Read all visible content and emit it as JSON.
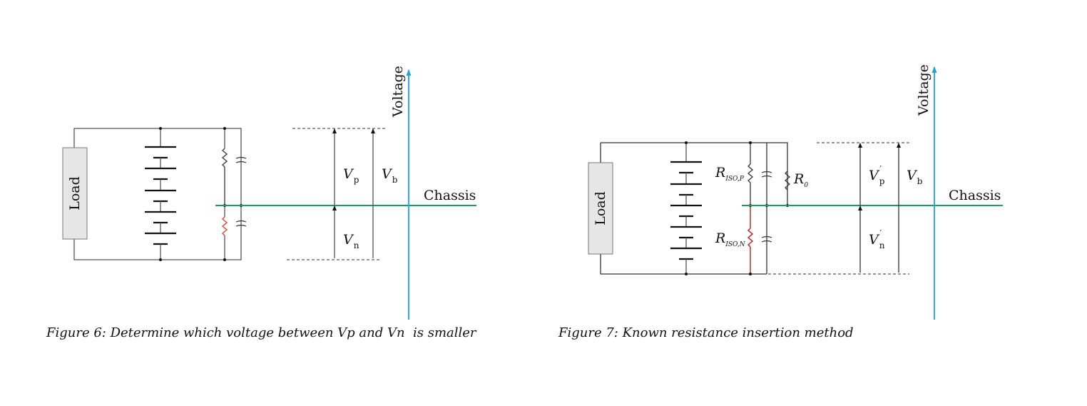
{
  "figure6": {
    "load_label": "Load",
    "axis_label": "Voltage",
    "chassis_label": "Chassis",
    "vp": {
      "main": "V",
      "sub": "p",
      "prime": ""
    },
    "vn": {
      "main": "V",
      "sub": "n",
      "prime": ""
    },
    "vb": {
      "main": "V",
      "sub": "b"
    },
    "caption": "Figure 6: Determine which voltage between Vp and Vn  is smaller",
    "colors": {
      "chassis": "#1a9a6a",
      "axis": "#1aa3dc",
      "highlight_resistor": "#e03a2e",
      "load_fill": "#e6e6e6"
    }
  },
  "figure7": {
    "load_label": "Load",
    "axis_label": "Voltage",
    "chassis_label": "Chassis",
    "riso_p": {
      "main": "R",
      "sub": "ISO,P"
    },
    "riso_n": {
      "main": "R",
      "sub": "ISO,N"
    },
    "r0": {
      "main": "R",
      "sub": "0"
    },
    "vp": {
      "main": "V",
      "sub": "p",
      "prime": "′"
    },
    "vn": {
      "main": "V",
      "sub": "n",
      "prime": "′"
    },
    "vb": {
      "main": "V",
      "sub": "b"
    },
    "caption": "Figure 7: Known resistance insertion method",
    "colors": {
      "chassis": "#1a9a6a",
      "axis": "#1aa3dc",
      "highlight_resistor": "#b8312b",
      "load_fill": "#e6e6e6"
    }
  }
}
